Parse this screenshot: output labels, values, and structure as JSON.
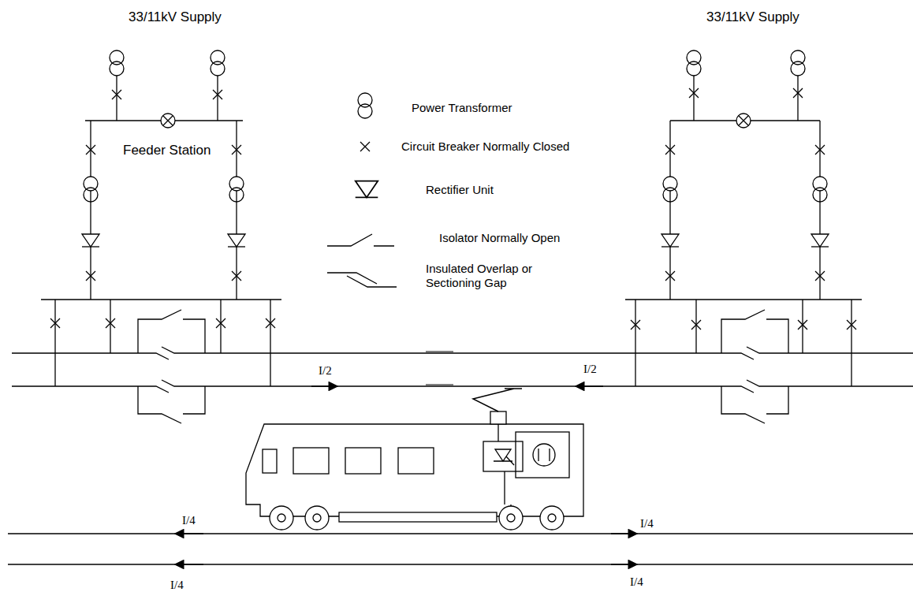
{
  "diagram": {
    "labels": [
      "33/11kV Supply",
      "33/11kV Supply",
      "Feeder Station",
      "I/2",
      "I/2",
      "I/4",
      "I/4",
      "I/4",
      "I/4"
    ],
    "legend": [
      {
        "text": "Power Transformer"
      },
      {
        "text": "Circuit Breaker Normally Closed"
      },
      {
        "text": "Rectifier Unit"
      },
      {
        "text": "Isolator Normally Open"
      },
      {
        "text": "Insulated Overlap or Sectioning Gap"
      }
    ]
  }
}
